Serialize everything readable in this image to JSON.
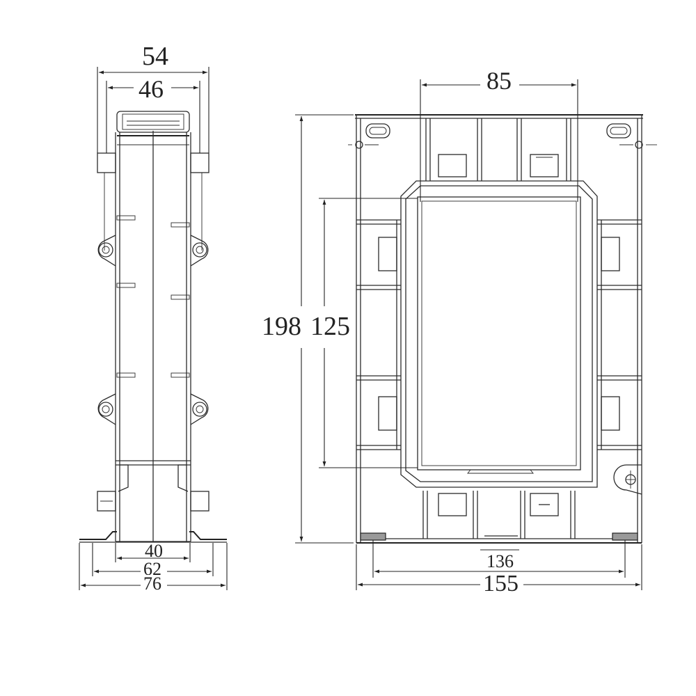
{
  "drawing": {
    "side_view": {
      "dimensions": {
        "overall_top_width": "54",
        "inner_top_width": "46",
        "base_inner_width": "40",
        "mount_hole_spacing": "62",
        "base_overall_width": "76"
      }
    },
    "front_view": {
      "dimensions": {
        "window_width": "85",
        "overall_height": "198",
        "window_height": "125",
        "mount_hole_spacing": "136",
        "overall_width": "155"
      }
    },
    "colors": {
      "line": "#2b2b2b",
      "background": "#ffffff",
      "foot_fill": "#9a9a9a"
    }
  }
}
